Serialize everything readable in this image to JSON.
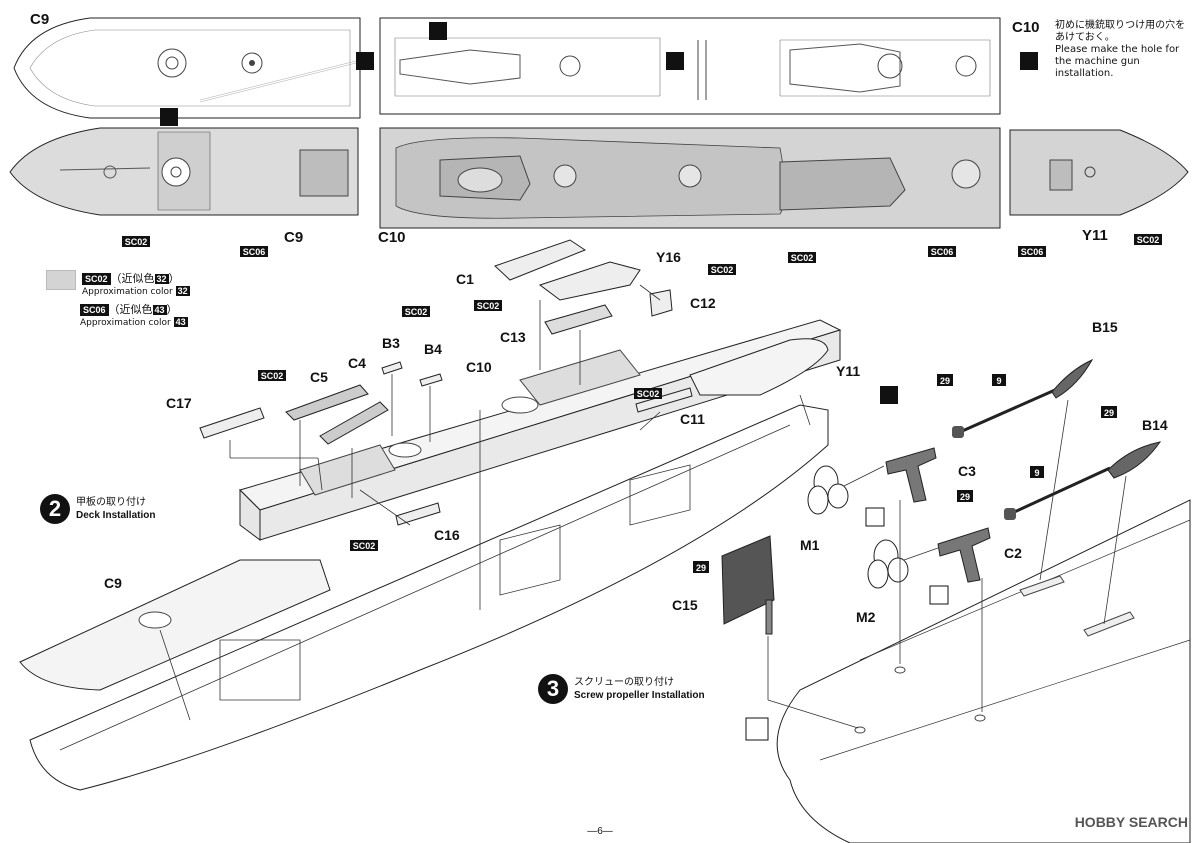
{
  "top_labels": {
    "c9_top": "C9",
    "c10_top": "C10"
  },
  "hole_note": {
    "jp": "初めに機銃取りつけ用の穴をあけておく。",
    "en": "Please make the hole for the machine gun installation."
  },
  "mid_labels": {
    "c9_mid": "C9",
    "c10_mid": "C10",
    "y11_mid": "Y11"
  },
  "paint_codes": {
    "sc02": "SC02",
    "sc06": "SC06",
    "n29": "29",
    "n9": "9"
  },
  "legend": {
    "items": [
      {
        "code": "SC02",
        "jp": "（近似色",
        "num": "32",
        "close": "）",
        "en": "Approximation color",
        "en_num": "32"
      },
      {
        "code": "SC06",
        "jp": "（近似色",
        "num": "43",
        "close": "）",
        "en": "Approximation color",
        "en_num": "43"
      }
    ]
  },
  "step2": {
    "number": "2",
    "jp": "甲板の取り付け",
    "en": "Deck Installation"
  },
  "step3": {
    "number": "3",
    "jp": "スクリューの取り付け",
    "en": "Screw propeller Installation"
  },
  "parts": {
    "c1": "C1",
    "y16": "Y16",
    "c12": "C12",
    "c13": "C13",
    "b3": "B3",
    "b4": "B4",
    "c4": "C4",
    "c5": "C5",
    "c10": "C10",
    "y11": "Y11",
    "c17": "C17",
    "c11": "C11",
    "c16": "C16",
    "c9": "C9",
    "b15": "B15",
    "b14": "B14",
    "c3": "C3",
    "c2": "C2",
    "m1": "M1",
    "m2": "M2",
    "c15": "C15"
  },
  "page_number": "—6—",
  "watermark": "HOBBY SEARCH"
}
